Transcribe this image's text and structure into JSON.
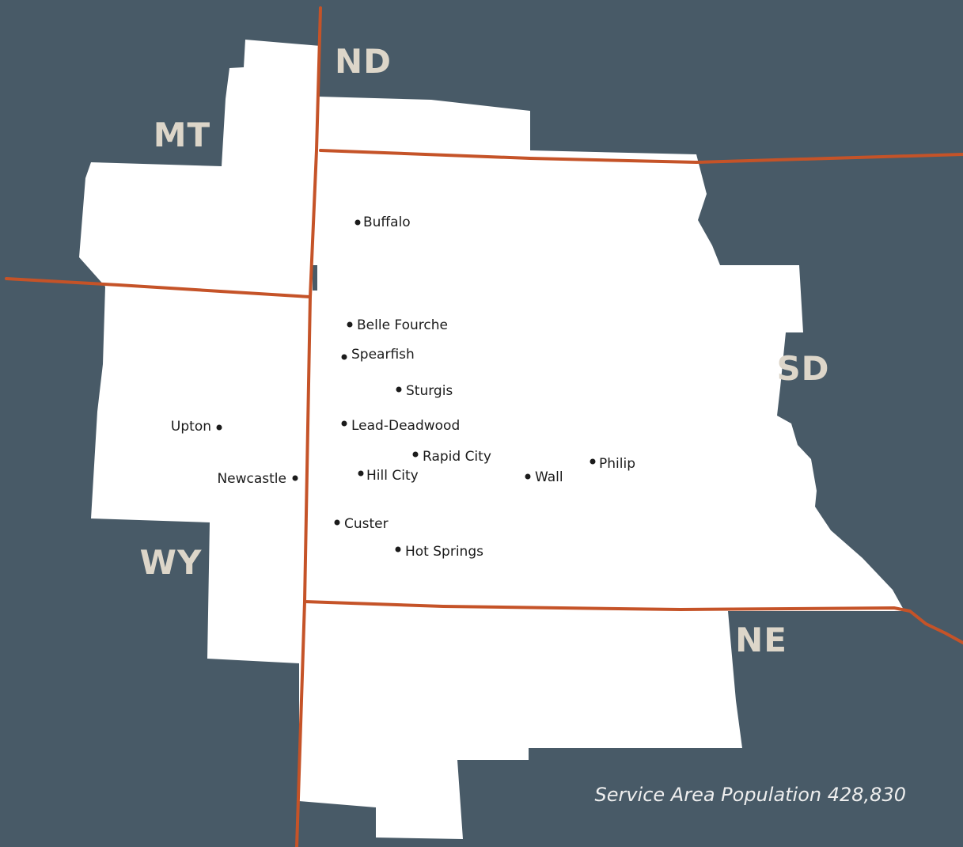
{
  "colors": {
    "background": "#485a67",
    "service_area": "#ffffff",
    "state_border": "#c55328",
    "state_label": "#ddd6c9",
    "city_text": "#1b1b1b",
    "caption_text": "#eeeeee"
  },
  "states": {
    "mt": "MT",
    "nd": "ND",
    "sd": "SD",
    "wy": "WY",
    "ne": "NE"
  },
  "cities": {
    "buffalo": "Buffalo",
    "belle_fourche": "Belle Fourche",
    "spearfish": "Spearfish",
    "sturgis": "Sturgis",
    "lead_deadwood": "Lead-Deadwood",
    "rapid_city": "Rapid City",
    "hill_city": "Hill City",
    "wall": "Wall",
    "philip": "Philip",
    "custer": "Custer",
    "hot_springs": "Hot Springs",
    "upton": "Upton",
    "newcastle": "Newcastle"
  },
  "caption": "Service Area Population 428,830"
}
